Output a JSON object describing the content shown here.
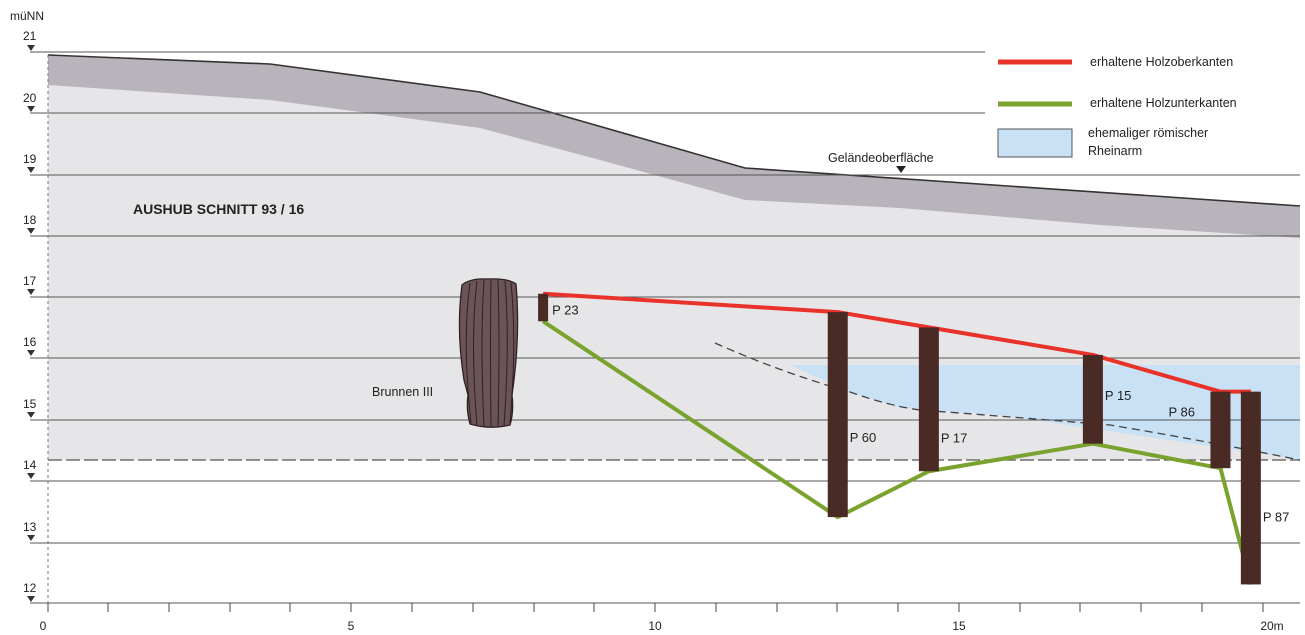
{
  "diagram": {
    "y_axis_unit": "müNN",
    "x_axis_unit_label": "20m",
    "y_ticks": [
      "21",
      "20",
      "19",
      "18",
      "17",
      "16",
      "15",
      "14",
      "13",
      "12"
    ],
    "x_ticks": [
      "0",
      "5",
      "10",
      "15"
    ],
    "excavation_label": "AUSHUB SCHNITT 93 / 16",
    "terrain_label": "Geländeoberfläche",
    "well_label": "Brunnen III",
    "legend": {
      "upper": "erhaltene Holzoberkanten",
      "lower": "erhaltene Holzunterkanten",
      "river": "ehemaliger römischer Rheinarm"
    },
    "colors": {
      "upper_edge": "#e8322a",
      "lower_edge": "#7aa22e",
      "post": "#4a2a24",
      "river": "#c9e1f4",
      "excavation": "#e6e6e8",
      "top_band": "#b9b4bc"
    },
    "posts": [
      {
        "label": "P 23",
        "x_m": 8.15,
        "top": 17.05,
        "bottom": 16.6
      },
      {
        "label": "P 60",
        "x_m": 13.0,
        "top": 16.75,
        "bottom": 13.4
      },
      {
        "label": "P 17",
        "x_m": 14.5,
        "top": 16.5,
        "bottom": 14.15
      },
      {
        "label": "P 15",
        "x_m": 17.2,
        "top": 16.05,
        "bottom": 14.6
      },
      {
        "label": "P 86",
        "x_m": 19.3,
        "top": 15.45,
        "bottom": 14.2
      },
      {
        "label": "P 87",
        "x_m": 19.8,
        "top": 15.45,
        "bottom": 12.3
      }
    ]
  }
}
